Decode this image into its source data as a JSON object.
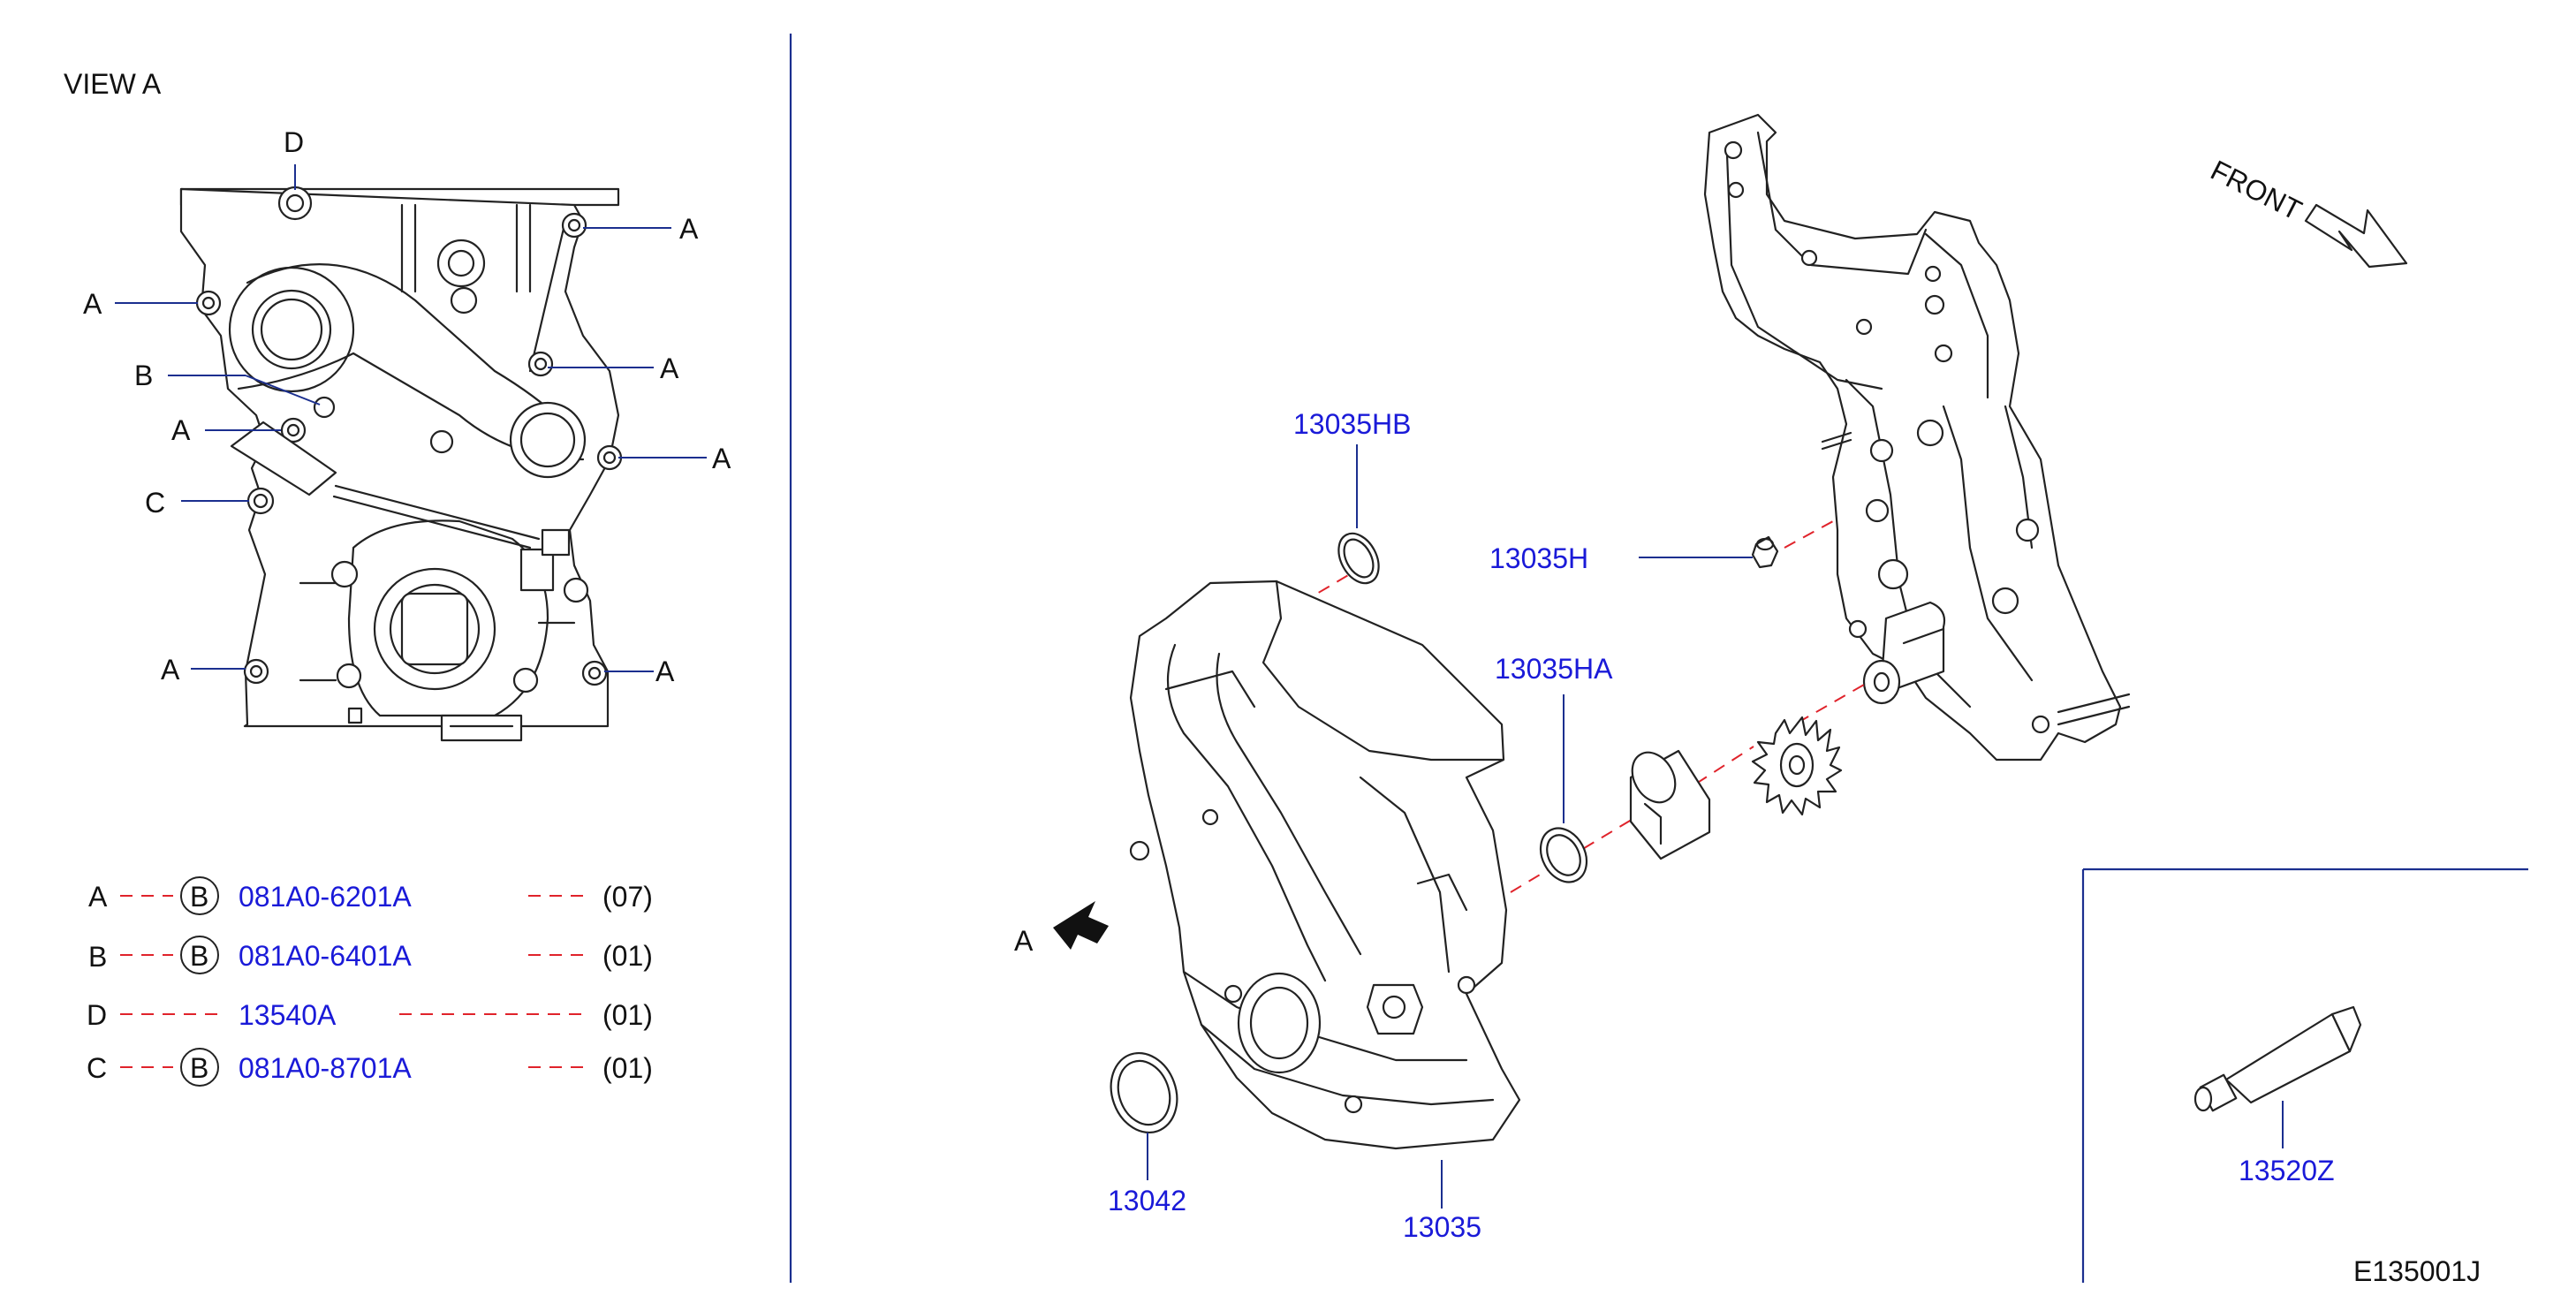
{
  "view_label": "VIEW   A",
  "view_callouts": {
    "d": "D",
    "a1": "A",
    "a2": "A",
    "a3": "A",
    "a4": "A",
    "a5": "A",
    "a6": "A",
    "a7": "A",
    "b": "B",
    "c": "C"
  },
  "legend": [
    {
      "key": "A",
      "circled": "B",
      "part": "081A0-6201A",
      "qty": "(07)"
    },
    {
      "key": "B",
      "circled": "B",
      "part": "081A0-6401A",
      "qty": "(01)"
    },
    {
      "key": "D",
      "circled": "",
      "part": "13540A",
      "qty": "(01)"
    },
    {
      "key": "C",
      "circled": "B",
      "part": "081A0-8701A",
      "qty": "(01)"
    }
  ],
  "parts": {
    "p13035hb": "13035HB",
    "p13035h": "13035H",
    "p13035ha": "13035HA",
    "p13042": "13042",
    "p13035": "13035",
    "p13520z": "13520Z"
  },
  "view_arrow_label": "A",
  "front_label": "FRONT",
  "diagram_code": "E135001J",
  "colors": {
    "part_number": "#1a1ad8",
    "leader": "#1b2f8f",
    "dashed_leader": "#e0232b",
    "ink": "#222222"
  }
}
